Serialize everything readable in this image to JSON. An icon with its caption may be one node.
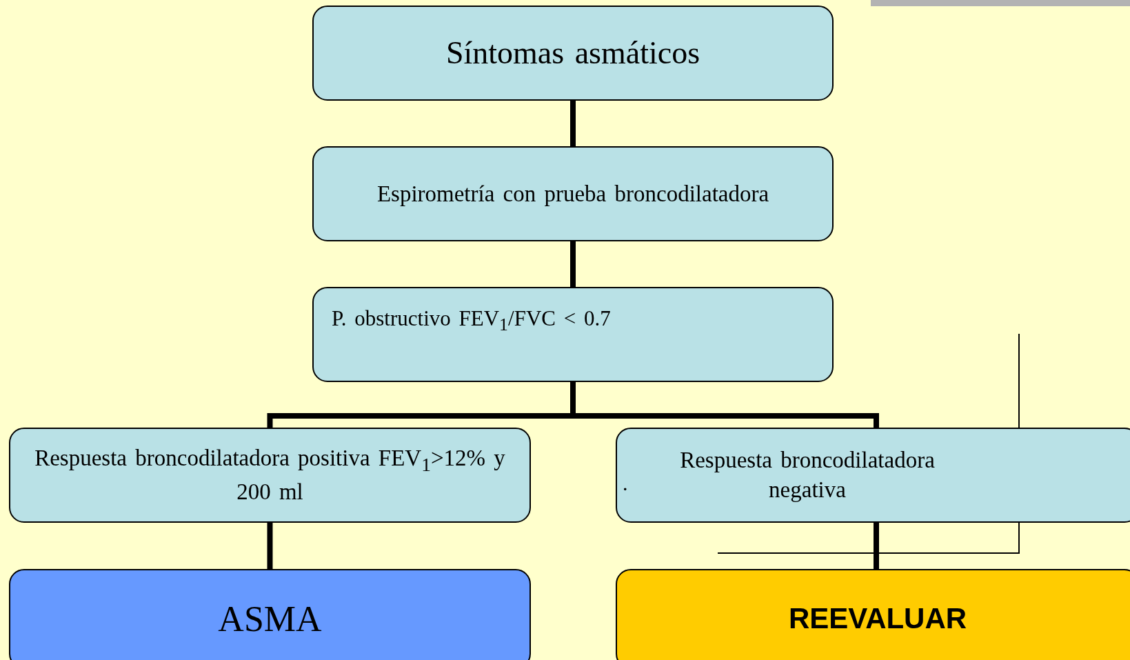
{
  "diagram": {
    "nodes": [
      {
        "text": [
          "Síntomas asmáticos"
        ]
      },
      {
        "text": [
          "Espirometría con prueba broncodilatadora"
        ]
      },
      {
        "text": [
          "P. obstructivo FEV$_{1}$/FVC < 0.7"
        ]
      },
      {
        "text": [
          "Respuesta broncodilatadora positiva FEV$_{1}$>12% y 200 ml"
        ]
      },
      {
        "text": [
          ".",
          "Respuesta broncodilatadora negativa"
        ]
      },
      {
        "text": [
          "ASMA"
        ]
      },
      {
        "text": [
          "REEVALUAR"
        ]
      }
    ],
    "edges": [
      {
        "from": 0,
        "to": 1,
        "arrow": "none"
      },
      {
        "from": 1,
        "to": 2,
        "arrow": "none"
      },
      {
        "from": 2,
        "to": 3,
        "arrow": "none"
      },
      {
        "from": 2,
        "to": 4,
        "arrow": "none"
      },
      {
        "from": 3,
        "to": 5,
        "arrow": "none"
      },
      {
        "from": 4,
        "to": 6,
        "arrow": "none"
      }
    ]
  }
}
